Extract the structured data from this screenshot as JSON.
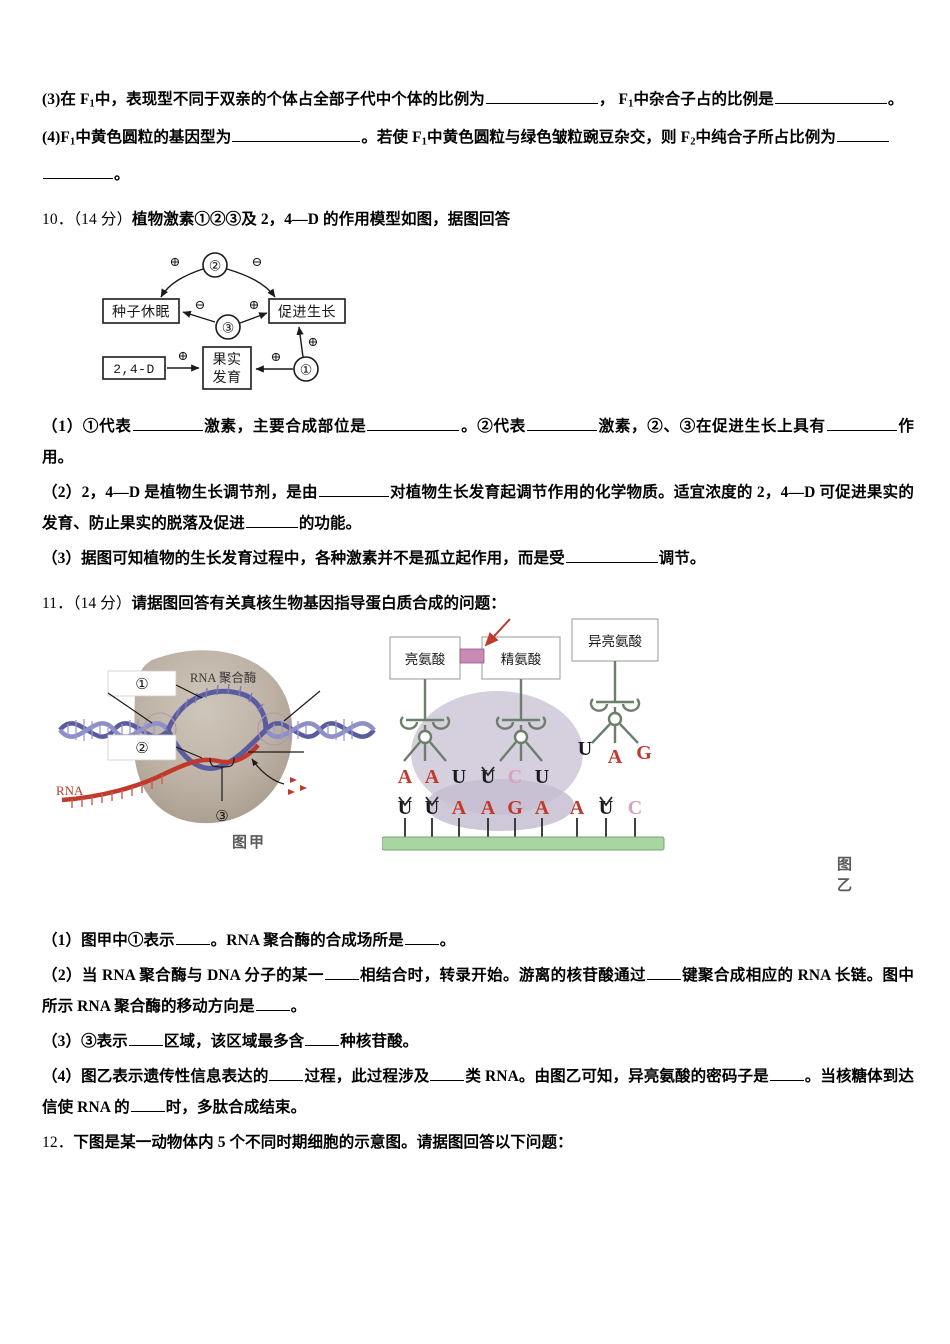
{
  "document": {
    "type": "exam-paper",
    "subject": "biology"
  },
  "q9": {
    "item3": {
      "prefix": "(3)在 F",
      "sub1": "1",
      "t1": "中，表现型不同于双亲的个体占全部子代中个体的比例为",
      "t2": "，",
      "sub2": "1",
      "t3": "中杂合子占的比例是",
      "t4": "。",
      "f_label": "F"
    },
    "item4": {
      "f1a": "F",
      "sub1": "1",
      "t1": "中黄色圆粒的基因型为",
      "t2": "。若使 F",
      "sub2": "1",
      "t3": "中黄色圆粒与绿色皱粒豌豆杂交，则 F",
      "sub3": "2",
      "t4": "中纯合子所占比例为",
      "t5": "。",
      "prefix": "(4)"
    }
  },
  "q10": {
    "number": "10．",
    "score": "（14 分）",
    "stem": "植物激素①②③及 2，4—D 的作用模型如图，据图回答",
    "diagram": {
      "name": "plant-hormone-action-model",
      "nodes": {
        "seed_dormancy": "种子休眠",
        "promote_growth": "促进生长",
        "fruit_dev_line1": "果实",
        "fruit_dev_line2": "发育",
        "auxin_analog": "2,4-D",
        "hormone1": "①",
        "hormone2": "②",
        "hormone3": "③"
      },
      "signs": {
        "plus": "⊕",
        "minus": "⊖"
      },
      "edges": [
        {
          "from": "②",
          "to": "种子休眠",
          "sign": "⊕"
        },
        {
          "from": "②",
          "to": "促进生长",
          "sign": "⊖"
        },
        {
          "from": "③",
          "to": "种子休眠",
          "sign": "⊖"
        },
        {
          "from": "③",
          "to": "促进生长",
          "sign": "⊕"
        },
        {
          "from": "2,4-D",
          "to": "果实发育",
          "sign": "⊕"
        },
        {
          "from": "①",
          "to": "果实发育",
          "sign": "⊕"
        },
        {
          "from": "①",
          "to": "促进生长",
          "sign": "⊕"
        }
      ]
    },
    "sub1": {
      "label": "（1）",
      "t1": "①代表",
      "t2": "激素，主要合成部位是",
      "t3": "。②代表",
      "t4": "激素，②、③在促进生长上具有",
      "t5": "作用。"
    },
    "sub2": {
      "label": "（2）",
      "t1": "2，4—D 是植物生长调节剂，是由",
      "t2": "对植物生长发育起调节作用的化学物质。适宜浓度的 2，4—D 可促进果实的发育、防止果实的脱落及促进",
      "t3": "的功能。"
    },
    "sub3": {
      "label": "（3）",
      "t1": "据图可知植物的生长发育过程中，各种激素并不是孤立起作用，而是受",
      "t2": "调节。"
    }
  },
  "q11": {
    "number": "11．",
    "score": "（14 分）",
    "stem": "请据图回答有关真核生物基因指导蛋白质合成的问题：",
    "fig_jia": {
      "caption": "图甲",
      "name": "transcription-diagram",
      "labels": {
        "rna_polymerase": "RNA 聚合酶",
        "rna_strand": "RNA",
        "marker1": "①",
        "marker2": "②",
        "marker3": "③"
      }
    },
    "fig_yi": {
      "caption": "图乙",
      "name": "translation-diagram",
      "amino_acids": [
        "亮氨酸",
        "精氨酸",
        "异亮氨酸"
      ],
      "trna_anticodons_bound": [
        "A",
        "A",
        "U",
        "U",
        "C",
        "U"
      ],
      "trna_anticodon_free": [
        "U",
        "A",
        "G"
      ],
      "mrna_bases": [
        "U",
        "U",
        "A",
        "A",
        "G",
        "A",
        "A",
        "U",
        "C"
      ],
      "colors": {
        "base_red": "#c0392b",
        "base_black": "#1a1a1a",
        "base_pink": "#d9a0c0",
        "mrna_bar": "#a8d5a2",
        "ribosome": "#cfc8d8",
        "trna": "#6b7f6b",
        "peptide_bar": "#c88bb5"
      }
    },
    "sub1": {
      "label": "（1）",
      "t1": "图甲中①表示",
      "t2": "。RNA 聚合酶的合成场所是",
      "t3": "。"
    },
    "sub2": {
      "label": "（2）",
      "t1": "当 RNA 聚合酶与 DNA 分子的某一",
      "t2": "相结合时，转录开始。游离的核苷酸通过",
      "t3": "键聚合成相应的 RNA 长链。图中所示 RNA 聚合酶的移动方向是",
      "t4": "。"
    },
    "sub3": {
      "label": "（3）",
      "t1": "③表示",
      "t2": "区域，该区域最多含",
      "t3": "种核苷酸。"
    },
    "sub4": {
      "label": "（4）",
      "t1": "图乙表示遗传性信息表达的",
      "t2": "过程，此过程涉及",
      "t3": "类 RNA。由图乙可知，异亮氨酸的密码子是",
      "t4": "。当核糖体到达信使 RNA 的",
      "t5": "时，多肽合成结束。"
    }
  },
  "q12": {
    "number": "12．",
    "stem": "下图是某一动物体内 5 个不同时期细胞的示意图。请据图回答以下问题："
  }
}
